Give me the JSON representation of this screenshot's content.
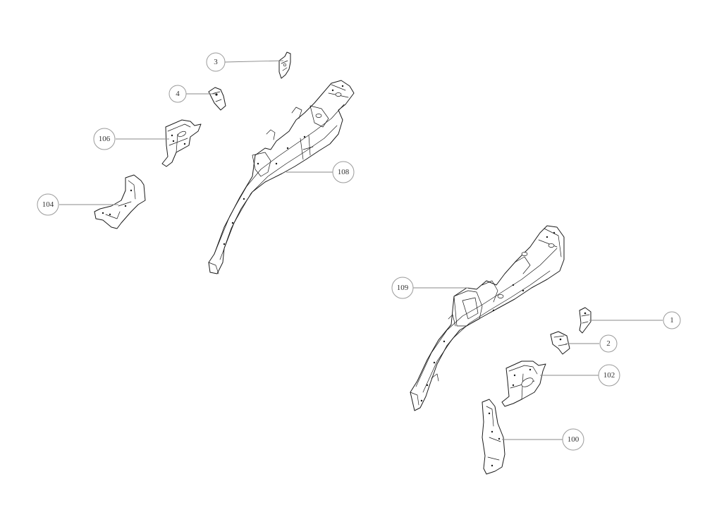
{
  "callouts": {
    "c3": "3",
    "c4": "4",
    "c106": "106",
    "c104": "104",
    "c108": "108",
    "c109": "109",
    "c1": "1",
    "c2": "2",
    "c102": "102",
    "c100": "100"
  }
}
